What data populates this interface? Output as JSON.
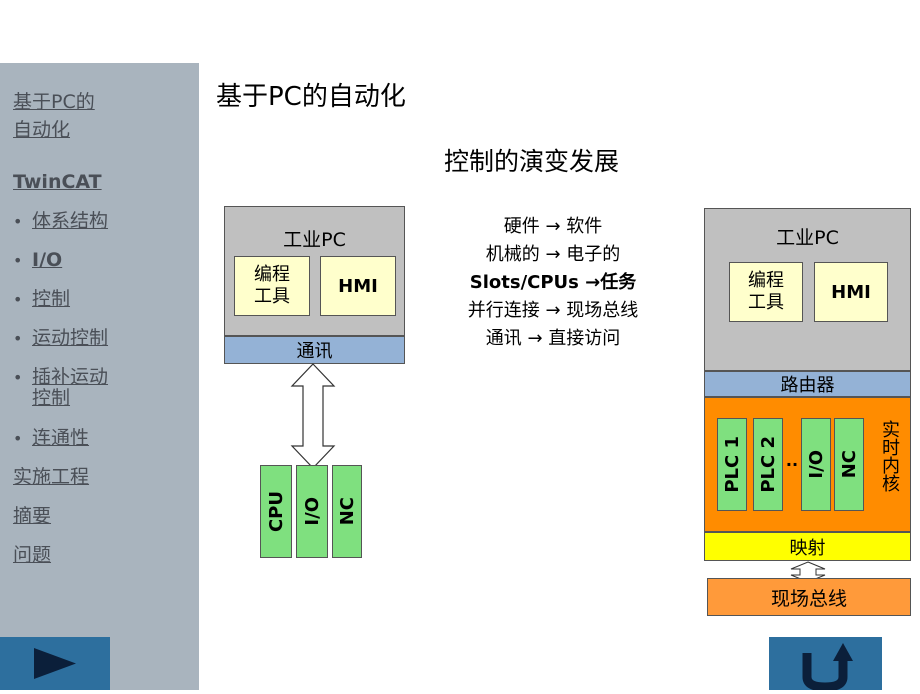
{
  "page": {
    "title": "基于PC的自动化",
    "subtitle": "控制的演变发展"
  },
  "sidebar": {
    "top_link": [
      "基于PC的",
      "自动化"
    ],
    "section": "TwinCAT",
    "items": [
      {
        "label": "体系结构"
      },
      {
        "label": "I/O"
      },
      {
        "label": "控制"
      },
      {
        "label": "运动控制"
      },
      {
        "label": [
          "插补运动",
          "控制"
        ]
      },
      {
        "label": "连通性"
      }
    ],
    "bottom_links": [
      "实施工程",
      "摘要",
      "问题"
    ]
  },
  "nav": {
    "next_icon": "play-right-icon",
    "home_icon": "u-turn-up-icon",
    "color": "#2d6f9e"
  },
  "left_diagram": {
    "pc_label": "工业PC",
    "prog_tool": [
      "编程",
      "工具"
    ],
    "hmi": "HMI",
    "comm": "通讯",
    "modules": [
      "CPU",
      "I/O",
      "NC"
    ]
  },
  "middle_lines": [
    "硬件 → 软件",
    "机械的 → 电子的",
    "Slots/CPUs →任务",
    "并行连接 → 现场总线",
    "通讯 → 直接访问"
  ],
  "right_diagram": {
    "pc_label": "工业PC",
    "prog_tool": [
      "编程",
      "工具"
    ],
    "hmi": "HMI",
    "router": "路由器",
    "modules": [
      "PLC 1",
      "PLC 2",
      "..",
      "I/O",
      "NC"
    ],
    "realtime_core": "实时内核",
    "mapping": "映射",
    "fieldbus": "现场总线"
  }
}
